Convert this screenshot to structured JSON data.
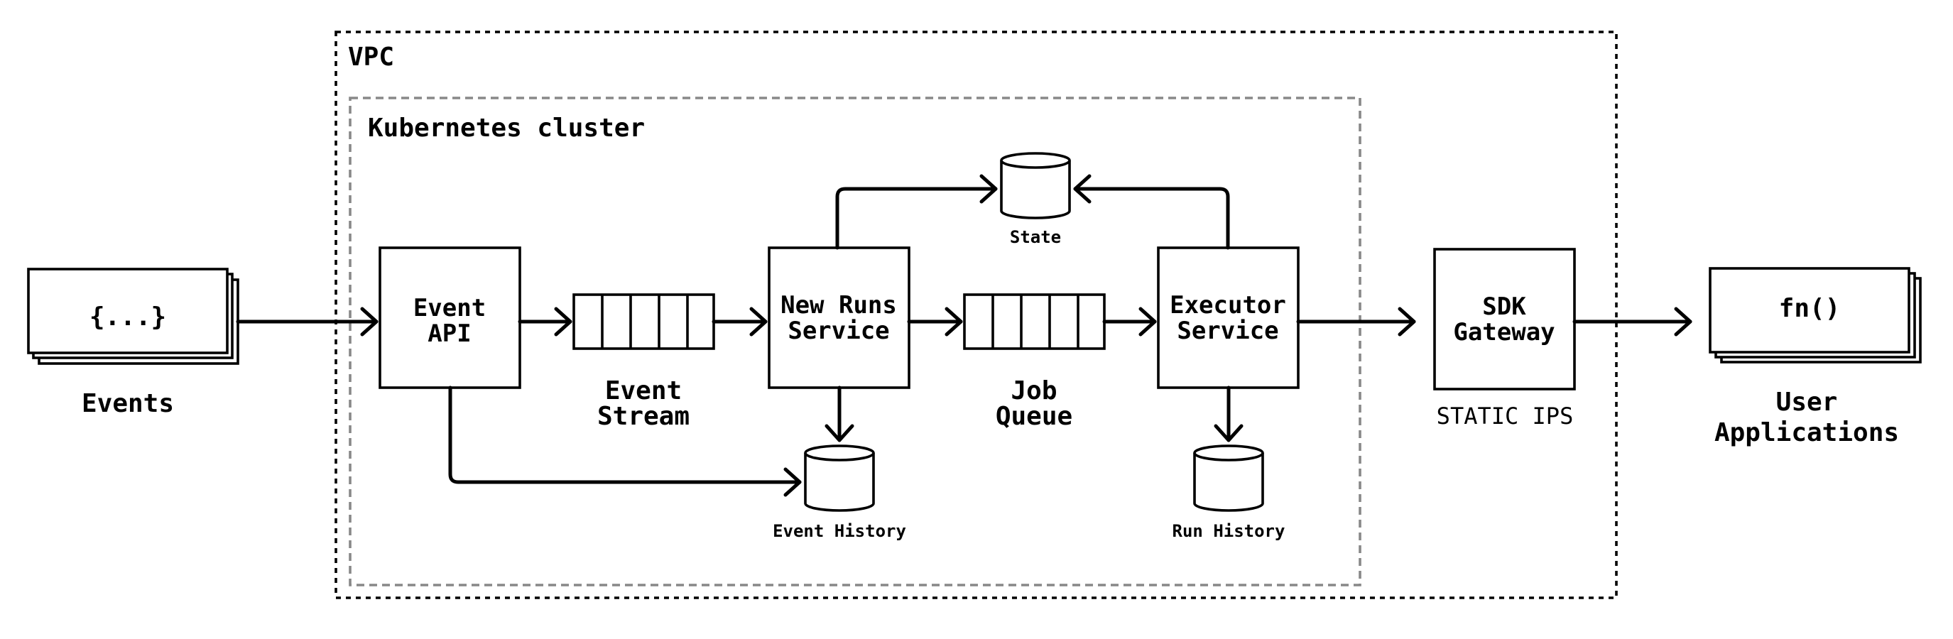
{
  "vpc": {
    "label": "VPC"
  },
  "cluster": {
    "label": "Kubernetes cluster"
  },
  "events": {
    "glyph": "{...}",
    "label": "Events"
  },
  "event_api": {
    "line1": "Event",
    "line2": "API"
  },
  "event_stream": {
    "line1": "Event",
    "line2": "Stream"
  },
  "new_runs": {
    "line1": "New Runs",
    "line2": "Service"
  },
  "job_queue": {
    "line1": "Job",
    "line2": "Queue"
  },
  "executor": {
    "line1": "Executor",
    "line2": "Service"
  },
  "state_db": {
    "label": "State"
  },
  "event_history_db": {
    "label": "Event History"
  },
  "run_history_db": {
    "label": "Run History"
  },
  "sdk_gateway": {
    "line1": "SDK",
    "line2": "Gateway",
    "note": "STATIC IPS"
  },
  "user_apps": {
    "glyph": "fn()",
    "line1": "User",
    "line2": "Applications"
  }
}
